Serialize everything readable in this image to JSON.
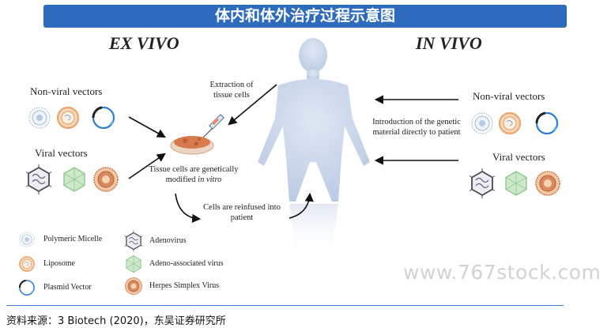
{
  "title": "体内和体外治疗过程示意图",
  "ex_vivo": {
    "heading": "EX VIVO",
    "non_viral_label": "Non-viral vectors",
    "viral_label": "Viral vectors",
    "extraction": "Extraction of tissue cells",
    "modified_line1": "Tissue cells are genetically",
    "modified_line2_prefix": "modified ",
    "modified_line2_italic": "in vitro",
    "reinfused": "Cells are reinfused into patient"
  },
  "in_vivo": {
    "heading": "IN VIVO",
    "non_viral_label": "Non-viral vectors",
    "viral_label": "Viral vectors",
    "introduction": "Introduction of the genetic material directly to patient"
  },
  "legend": {
    "items": [
      {
        "label": "Polymeric Micelle",
        "icon": "polymeric-micelle-icon"
      },
      {
        "label": "Liposome",
        "icon": "liposome-icon"
      },
      {
        "label": "Plasmid Vector",
        "icon": "plasmid-vector-icon"
      },
      {
        "label": "Adenovirus",
        "icon": "adenovirus-icon"
      },
      {
        "label": "Adeno-associated virus",
        "icon": "adeno-associated-virus-icon"
      },
      {
        "label": "Herpes Simplex Virus",
        "icon": "herpes-simplex-virus-icon"
      }
    ]
  },
  "watermark": "www.767stock.com",
  "source": "资料来源：3 Biotech (2020)，东吴证券研究所",
  "colors": {
    "banner": "#2f6bbd",
    "micelle": "#9bb8d8",
    "liposome": "#e9a66e",
    "plasmid": "#2c7fd0",
    "adenovirus": "#4a4a58",
    "aav": "#8cc98a",
    "herpes": "#c8744a",
    "body": "#c9d6ea"
  }
}
